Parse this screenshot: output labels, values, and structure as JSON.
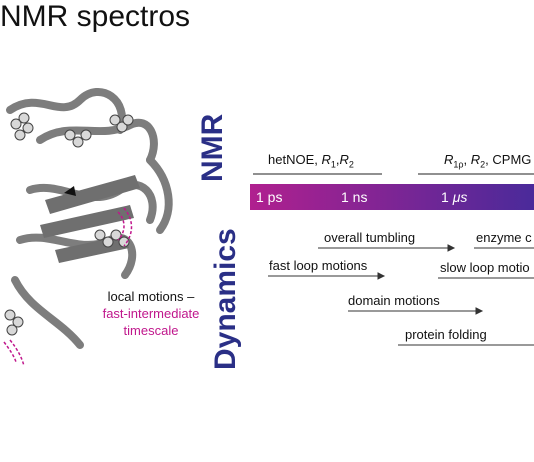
{
  "axis_labels": {
    "nmr": "NMR",
    "dynamics": "Dynamics"
  },
  "title": "NMR spectros",
  "methods": {
    "left_prefix": "hetNOE, ",
    "left_r1": "R",
    "left_r1_sub": "1",
    "left_sep": ",",
    "left_r2": "R",
    "left_r2_sub": "2",
    "right_r1rho": "R",
    "right_r1rho_sub": "1ρ",
    "right_sep": ", ",
    "right_r2": "R",
    "right_r2_sub": "2",
    "right_suffix": ", CPMG"
  },
  "timescale_bar": {
    "tick_1": "1 ps",
    "tick_2": "1 ns",
    "tick_3_num": "1 ",
    "tick_3_unit": "μs",
    "gradient_start": "#b0208f",
    "gradient_end": "#4a2a9a"
  },
  "motions": {
    "overall_tumbling": "overall tumbling",
    "enzyme": "enzyme c",
    "fast_loop": "fast loop motions",
    "slow_loop": "slow loop motio",
    "domain": "domain motions",
    "folding": "protein folding"
  },
  "protein_annotation": {
    "line1": "local motions –",
    "line2": "fast-intermediate",
    "line3": "timescale",
    "highlight_color": "#c0178c"
  },
  "colors": {
    "axis_label": "#2a2f86",
    "protein_ribbon": "#8a8a8a"
  }
}
